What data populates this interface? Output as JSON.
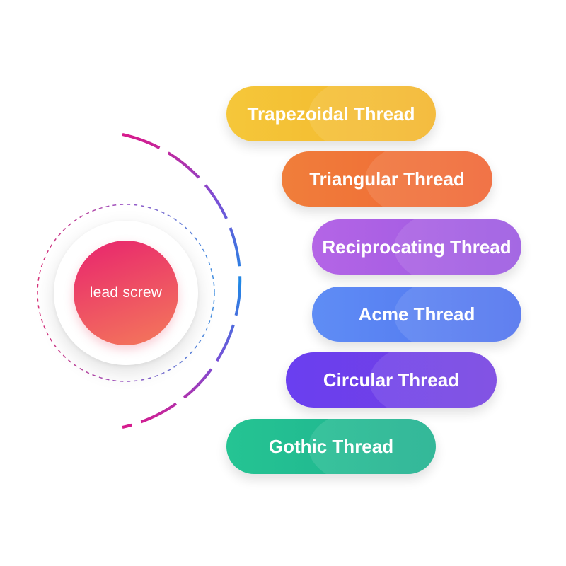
{
  "center": {
    "label": "lead screw"
  },
  "items": [
    {
      "label": "Trapezoidal Thread",
      "color": "#f4bf33"
    },
    {
      "label": "Triangular Thread",
      "color": "#f07236"
    },
    {
      "label": "Reciprocating Thread",
      "color": "#a85ee4"
    },
    {
      "label": "Acme Thread",
      "color": "#5880f2"
    },
    {
      "label": "Circular Thread",
      "color": "#6e40e8"
    },
    {
      "label": "Gothic Thread",
      "color": "#22bb90"
    }
  ],
  "accent_colors": {
    "arc_magenta": "#d81b8c",
    "arc_violet": "#7b4fd6",
    "arc_blue": "#1e88e5",
    "dashed_ring_start": "#d6337a",
    "dashed_ring_end": "#3f8fe0"
  }
}
